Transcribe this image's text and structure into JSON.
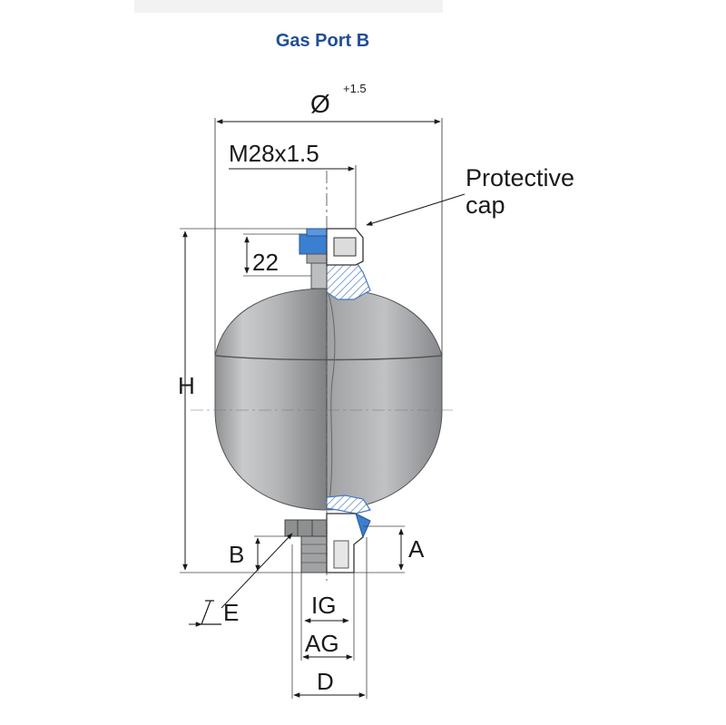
{
  "title": "Gas Port B",
  "labels": {
    "diameter_symbol": "Ø",
    "diameter_tolerance": "+1.5",
    "thread": "M28x1.5",
    "protective_cap_line1": "Protective",
    "protective_cap_line2": "cap",
    "port_height": "22",
    "height": "H",
    "dim_b": "B",
    "dim_a": "A",
    "dim_e": "E",
    "dim_ig": "IG",
    "dim_ag": "AG",
    "dim_d": "D"
  },
  "colors": {
    "title": "#1f4e96",
    "shell": "#b9bbbd",
    "port_blue": "#3a7fd0",
    "section_hatch": "#4a78c0"
  }
}
